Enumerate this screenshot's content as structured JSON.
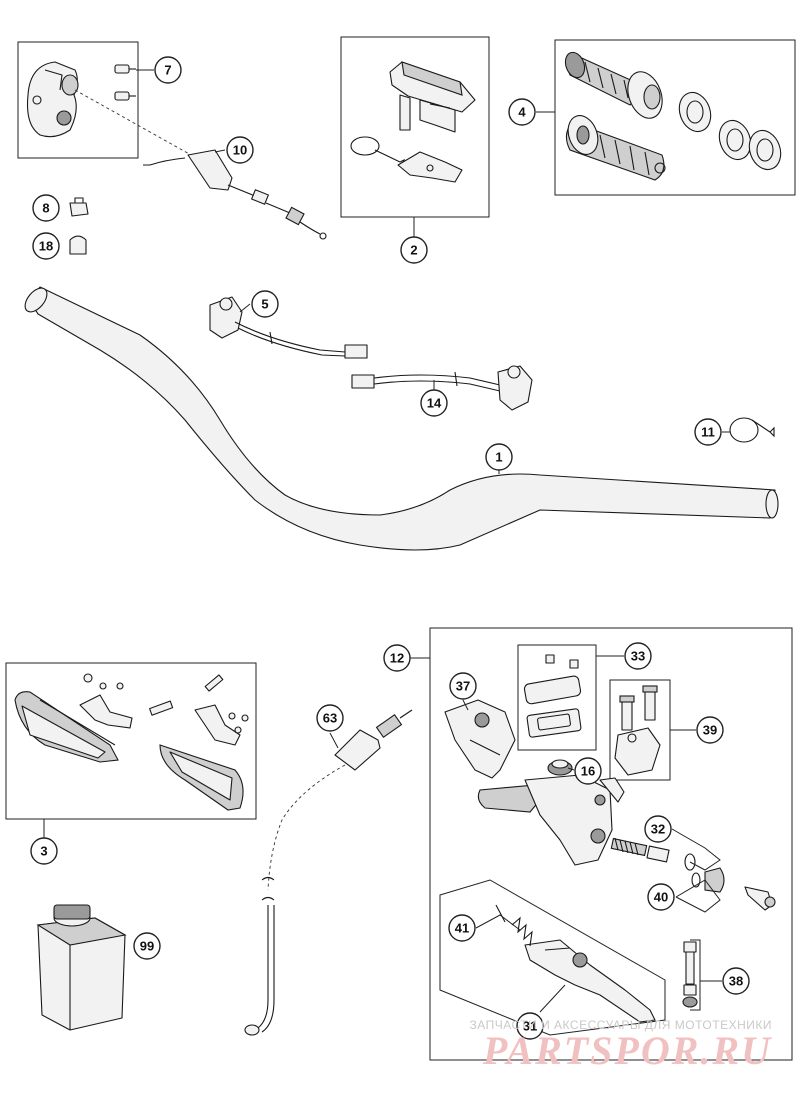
{
  "callouts": {
    "c1": "1",
    "c2": "2",
    "c3": "3",
    "c4": "4",
    "c5": "5",
    "c7": "7",
    "c8": "8",
    "c10": "10",
    "c11": "11",
    "c12": "12",
    "c14": "14",
    "c16": "16",
    "c18": "18",
    "c31": "31",
    "c32": "32",
    "c33": "33",
    "c37": "37",
    "c38": "38",
    "c39": "39",
    "c40": "40",
    "c41": "41",
    "c63": "63",
    "c99": "99"
  },
  "watermark": {
    "tagline": "ЗАПЧАСТИ И АКСЕССУАРЫ ДЛЯ МОТОТЕХНИКИ",
    "brand": "PARTSPOR.RU"
  },
  "colors": {
    "line": "#1a1a1a",
    "watermark": "#f1c0c0"
  }
}
